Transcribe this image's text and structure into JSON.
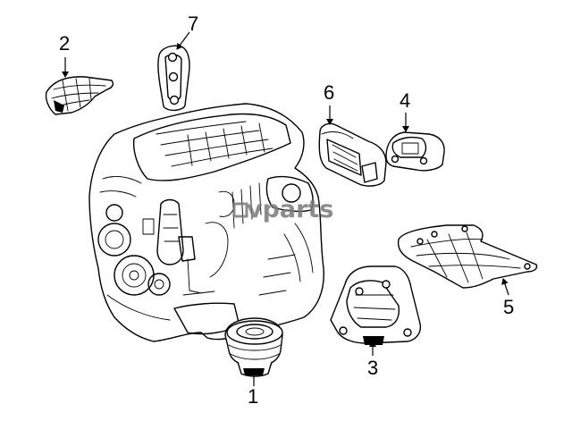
{
  "diagram": {
    "watermark": "vparts",
    "callouts": [
      {
        "id": "1",
        "label": "1"
      },
      {
        "id": "2",
        "label": "2"
      },
      {
        "id": "3",
        "label": "3"
      },
      {
        "id": "4",
        "label": "4"
      },
      {
        "id": "5",
        "label": "5"
      },
      {
        "id": "6",
        "label": "6"
      },
      {
        "id": "7",
        "label": "7"
      }
    ]
  }
}
